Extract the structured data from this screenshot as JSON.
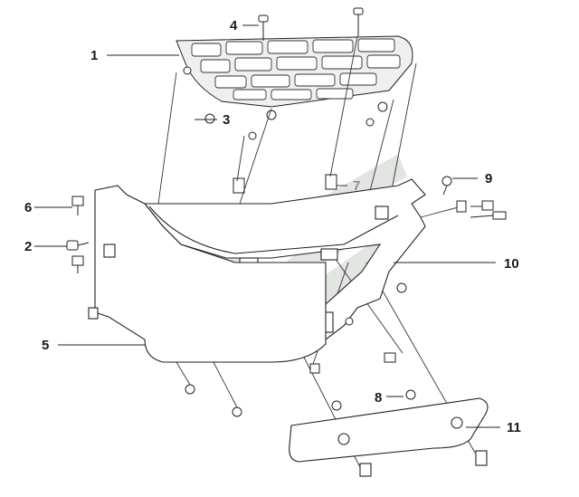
{
  "diagram": {
    "callouts": [
      {
        "id": "1",
        "label": "1"
      },
      {
        "id": "2",
        "label": "2"
      },
      {
        "id": "3",
        "label": "3"
      },
      {
        "id": "4",
        "label": "4"
      },
      {
        "id": "5",
        "label": "5"
      },
      {
        "id": "6",
        "label": "6"
      },
      {
        "id": "7",
        "label": "7"
      },
      {
        "id": "8",
        "label": "8"
      },
      {
        "id": "9",
        "label": "9"
      },
      {
        "id": "10",
        "label": "10"
      },
      {
        "id": "11",
        "label": "11"
      }
    ],
    "colors": {
      "line": "#222222",
      "watermark": "#d9ded9",
      "part_fill": "#ffffff",
      "grate_fill": "#e9e9e9"
    }
  }
}
